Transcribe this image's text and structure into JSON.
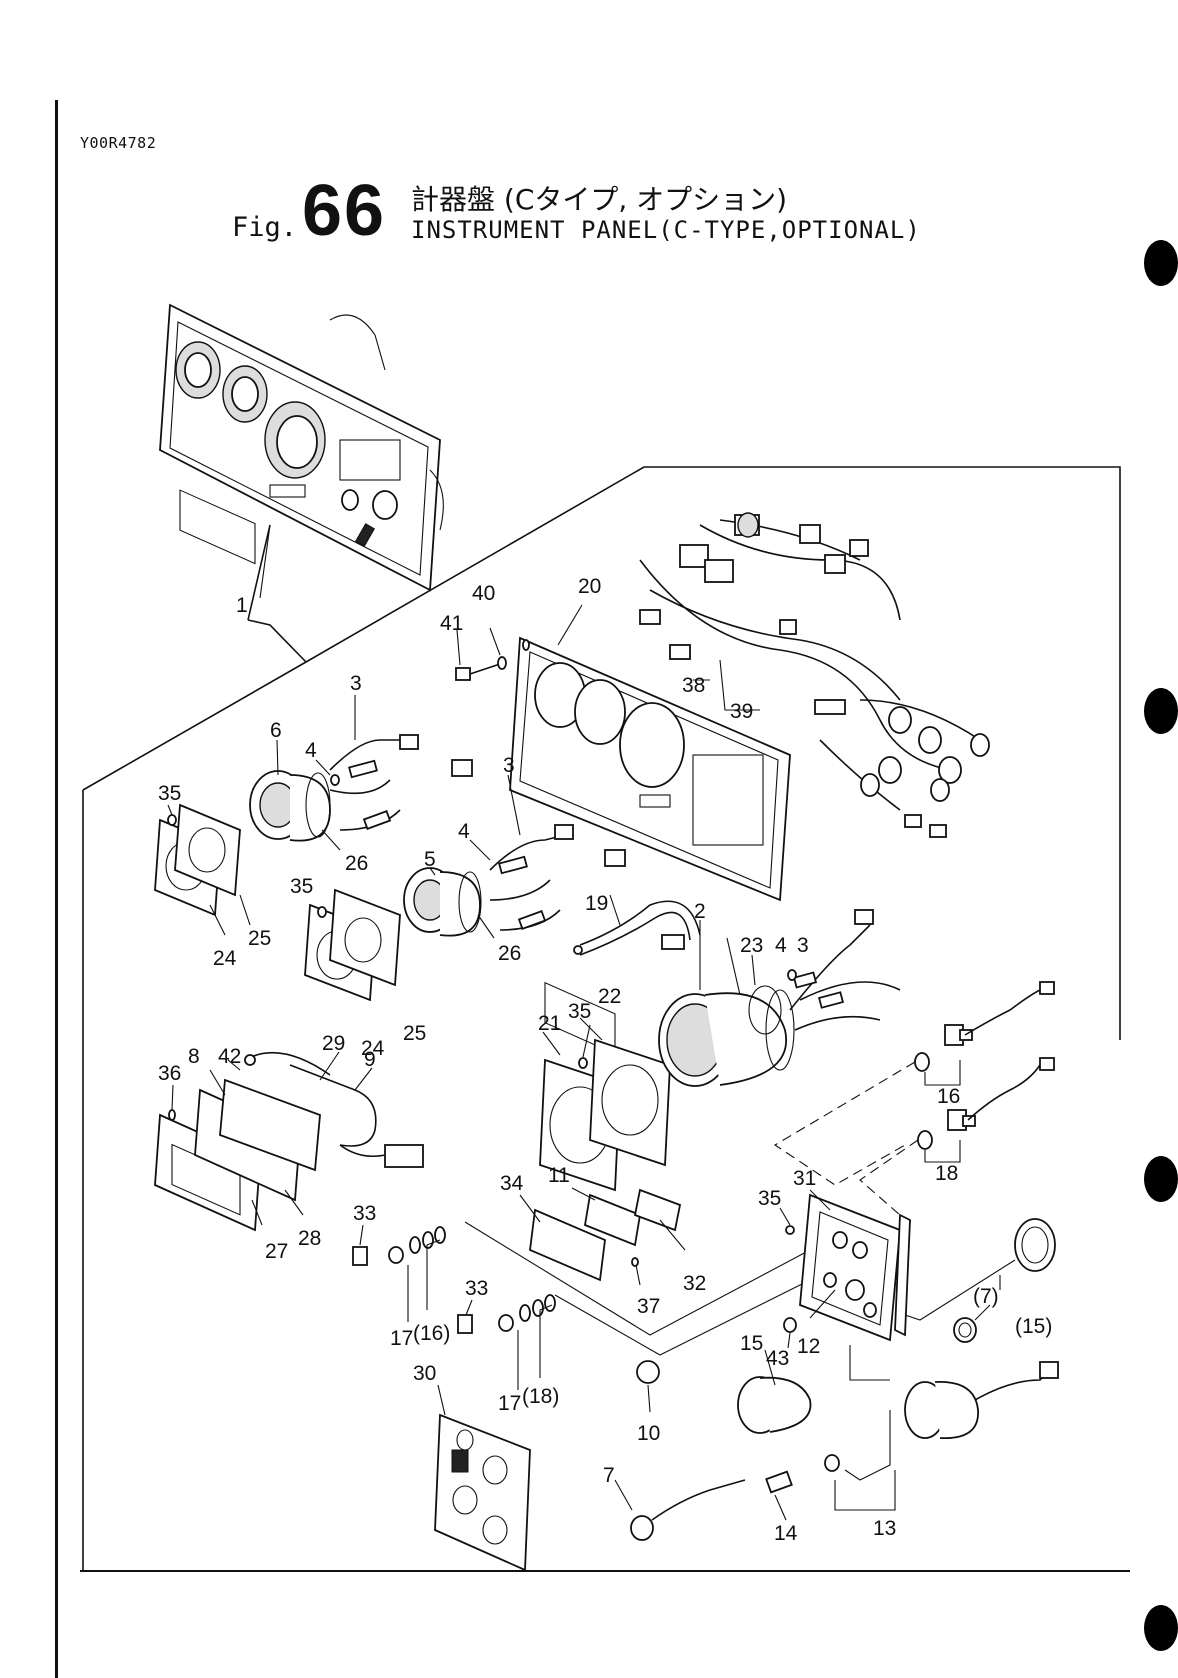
{
  "document": {
    "code": "Y00R4782",
    "fig_prefix": "Fig.",
    "fig_number": "66",
    "title_jp": "計器盤 (Cタイプ, オプション)",
    "title_en": "INSTRUMENT PANEL(C-TYPE,OPTIONAL)"
  },
  "callouts": {
    "c1": "1",
    "c2": "2",
    "c3a": "3",
    "c3b": "3",
    "c3c": "3",
    "c4a": "4",
    "c4b": "4",
    "c4c": "4",
    "c5": "5",
    "c6": "6",
    "c7": "7",
    "c7p": "(7)",
    "c8": "8",
    "c9": "9",
    "c10": "10",
    "c11": "11",
    "c12": "12",
    "c13": "13",
    "c14": "14",
    "c15": "15",
    "c15p": "(15)",
    "c16": "16",
    "c16p": "(16)",
    "c17a": "17",
    "c17b": "17",
    "c18": "18",
    "c18p": "(18)",
    "c19": "19",
    "c20": "20",
    "c21": "21",
    "c22": "22",
    "c23": "23",
    "c24a": "24",
    "c24b": "24",
    "c25a": "25",
    "c25b": "25",
    "c26a": "26",
    "c26b": "26",
    "c27": "27",
    "c28": "28",
    "c29": "29",
    "c30": "30",
    "c31": "31",
    "c32": "32",
    "c33a": "33",
    "c33b": "33",
    "c34": "34",
    "c35a": "35",
    "c35b": "35",
    "c35c": "35",
    "c35d": "35",
    "c36": "36",
    "c37": "37",
    "c38": "38",
    "c39": "39",
    "c40": "40",
    "c41": "41",
    "c42": "42",
    "c43": "43"
  }
}
